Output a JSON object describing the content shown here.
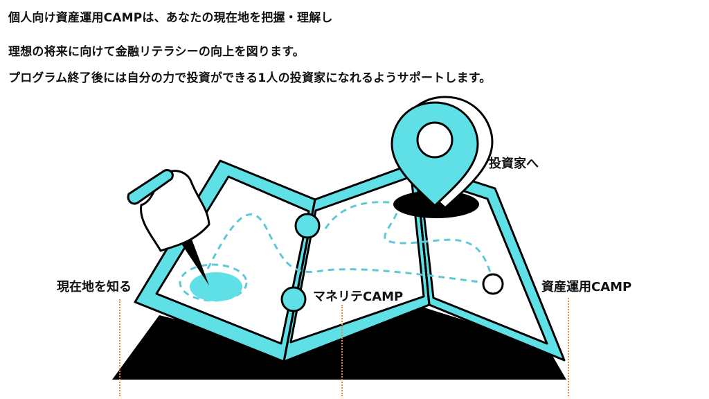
{
  "intro": {
    "line1": "個人向け資産運用CAMPは、あなたの現在地を把握・理解し",
    "line2": "理想の将来に向けて金融リテラシーの向上を図ります。",
    "line3": "プログラム終了後には自分の力で投資ができる1人の投資家になれるようサポートします。"
  },
  "labels": {
    "start": "現在地を知る",
    "middle": "マネリテCAMP",
    "end": "資産運用CAMP",
    "goal": "投資家へ"
  },
  "colors": {
    "accent": "#5ee0e6",
    "ink": "#000000",
    "guide": "#ef8a3d",
    "dash": "#5ec9d6"
  },
  "icons": [
    "push-pin-icon",
    "location-pin-icon",
    "folded-map-icon"
  ]
}
